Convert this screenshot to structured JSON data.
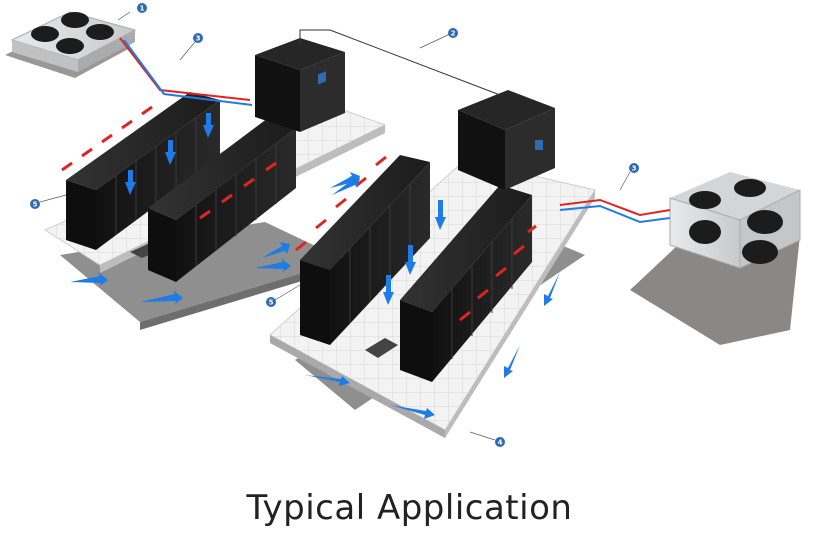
{
  "caption": "Typical Application",
  "callouts": [
    "1",
    "2",
    "3",
    "3",
    "4",
    "5",
    "5"
  ],
  "colors": {
    "background": "#ffffff",
    "floor_tile": "#f2f2f2",
    "floor_shadow": "#8c8c8c",
    "rack": "#1a1a1a",
    "hot_air": "#e0251f",
    "cold_air": "#1f7ce6",
    "callout": "#2f6bb0",
    "cooling_unit_body": "#d9dadb",
    "fan": "#1c1c1c",
    "ground_pad": "#7a7876"
  },
  "icons": [
    "condenser-icon",
    "cooling-unit-icon",
    "server-rack-icon",
    "airflow-arrow-icon",
    "vent-grate-icon"
  ]
}
